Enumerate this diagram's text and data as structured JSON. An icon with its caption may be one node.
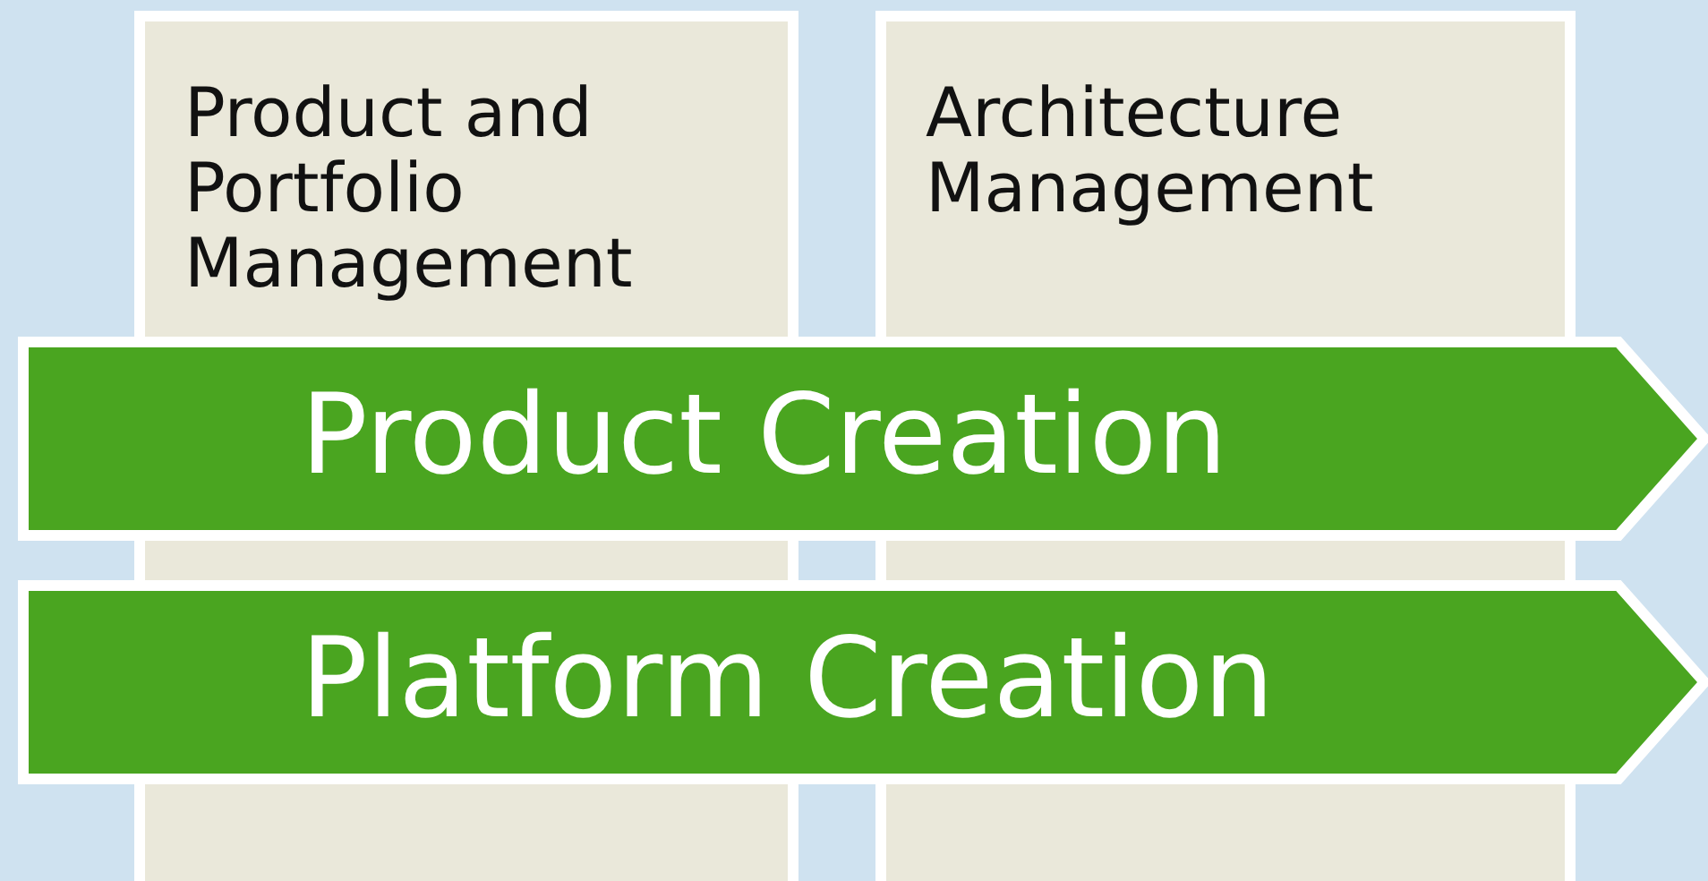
{
  "diagram": {
    "nodes": [
      {
        "text": [
          "Product and Portfolio Management"
        ]
      },
      {
        "text": [
          "Architecture Management"
        ]
      },
      {
        "text": [
          "Product Creation"
        ]
      },
      {
        "text": [
          "Platform Creation"
        ]
      }
    ]
  }
}
